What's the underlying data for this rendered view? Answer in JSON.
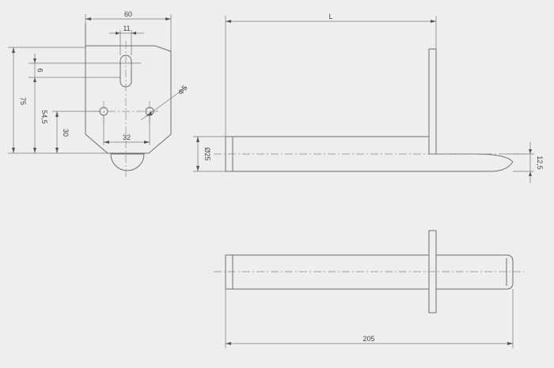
{
  "dimensions": {
    "plate_width": "60",
    "slot_width": "11",
    "slot_offset": "9",
    "plate_height": "75",
    "hole_height": "54,5",
    "bottom_offset": "30",
    "hole_spacing": "32",
    "hole_diameter": "Φ5",
    "length": "L",
    "rod_diameter": "Ø25",
    "tip_offset": "12,5",
    "overall_length": "205"
  },
  "colors": {
    "background": "#eeeeee",
    "line": "#6e6e6e",
    "text": "#444444"
  }
}
